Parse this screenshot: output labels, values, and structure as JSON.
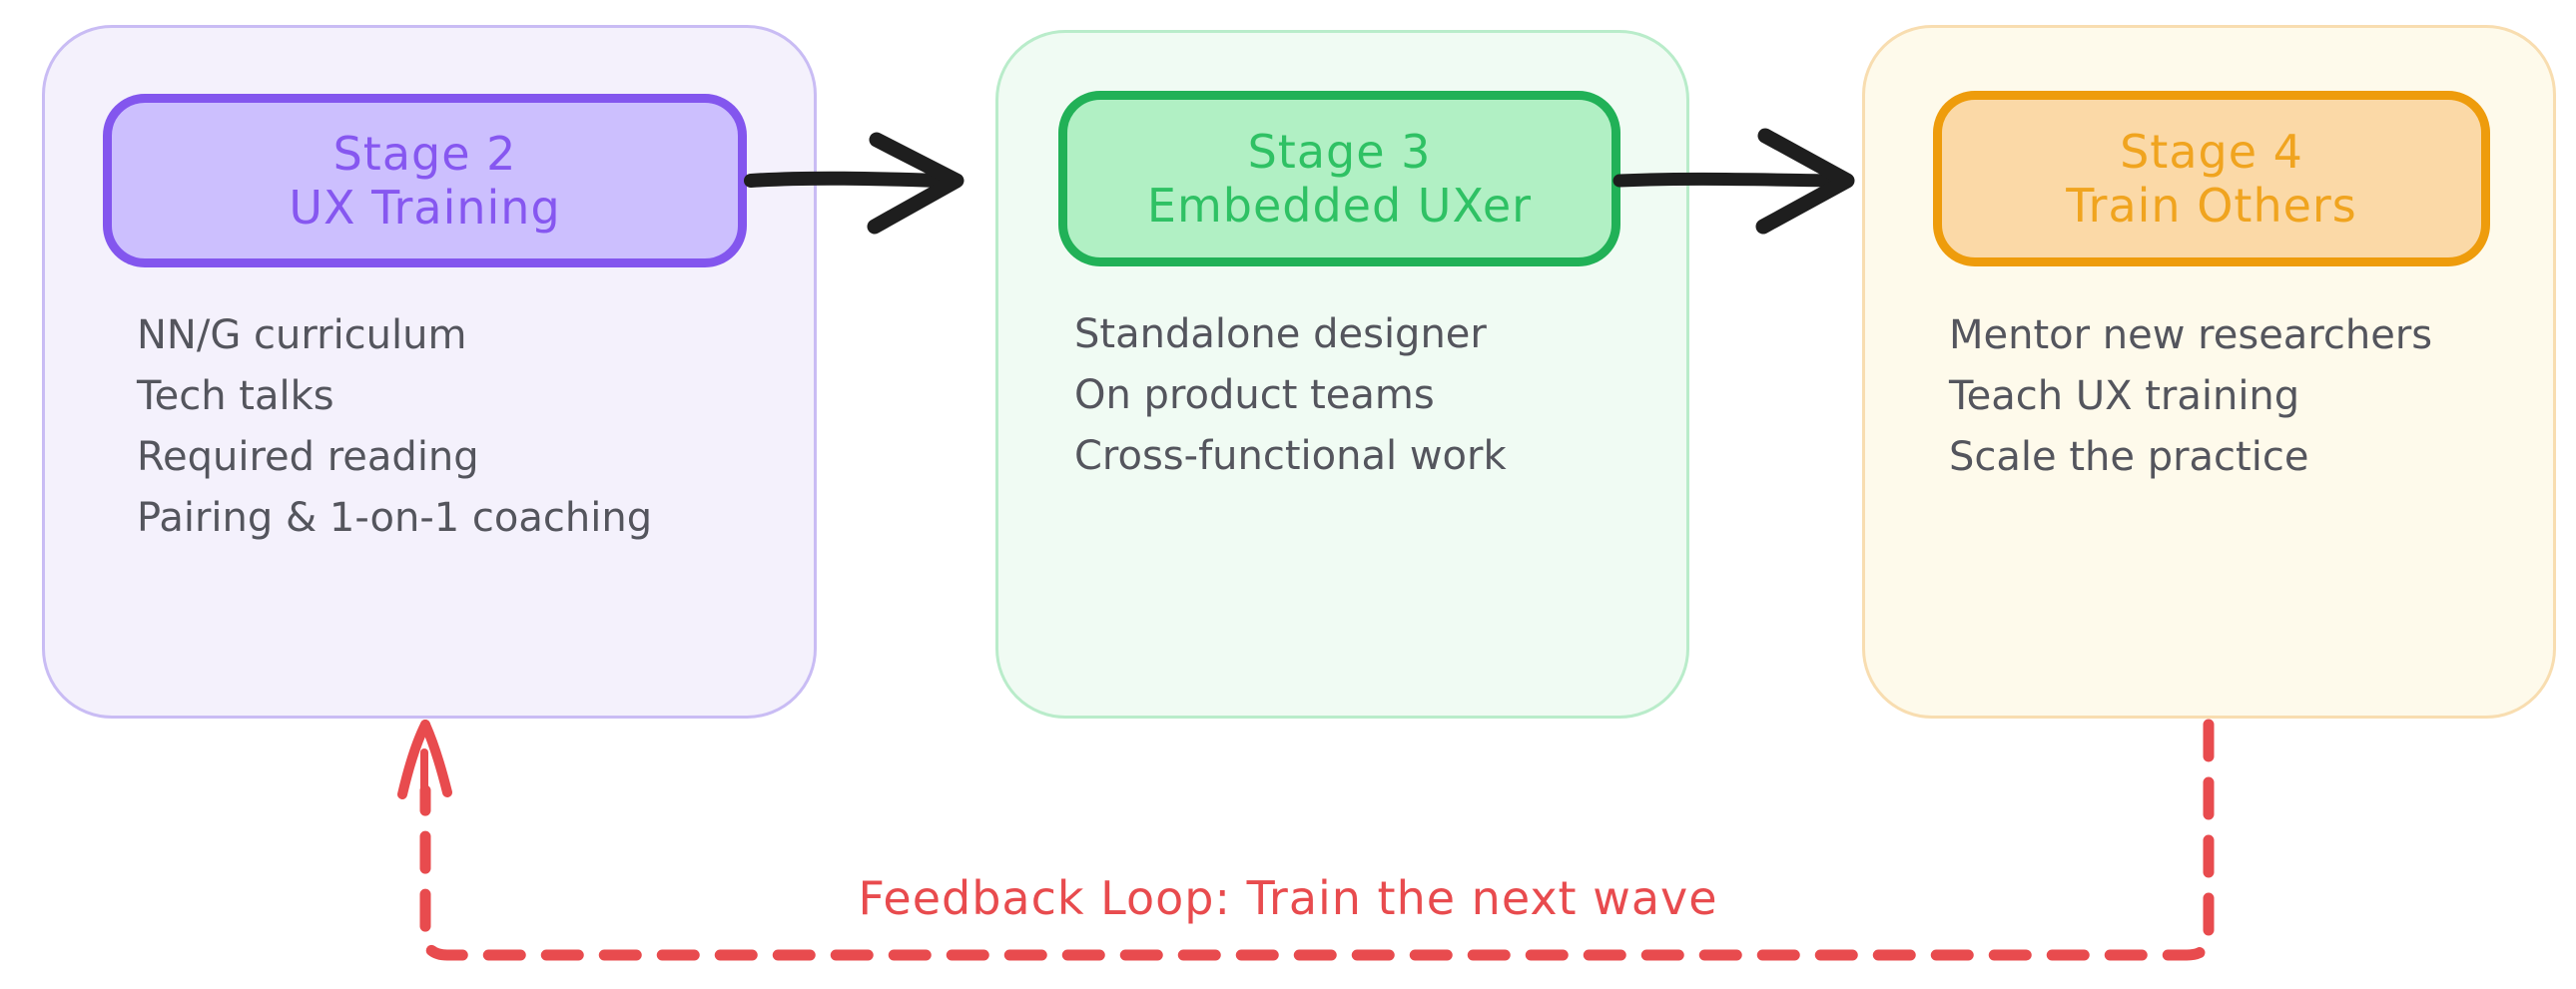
{
  "diagram": {
    "stages": [
      {
        "id": "stage-2",
        "title": [
          "Stage 2",
          "UX Training"
        ],
        "items": [
          "NN/G curriculum",
          "Tech talks",
          "Required reading",
          "Pairing & 1-on-1 coaching"
        ],
        "colors": {
          "header_fill": "#ccbffe",
          "header_border": "#8356ee",
          "title_text": "#8657f0",
          "card_fill": "#f4f1fc",
          "card_border": "#c9bcf4"
        }
      },
      {
        "id": "stage-3",
        "title": [
          "Stage 3",
          "Embedded UXer"
        ],
        "items": [
          "Standalone designer",
          "On product teams",
          "Cross-functional work"
        ],
        "colors": {
          "header_fill": "#b1f0c4",
          "header_border": "#21b157",
          "title_text": "#2fc164",
          "card_fill": "#f0fbf3",
          "card_border": "#b9ecca"
        }
      },
      {
        "id": "stage-4",
        "title": [
          "Stage 4",
          "Train Others"
        ],
        "items": [
          "Mentor new researchers",
          "Teach UX training",
          "Scale the practice"
        ],
        "colors": {
          "header_fill": "#fbd9a7",
          "header_border": "#ee9c0c",
          "title_text": "#f0a41f",
          "card_fill": "#fefaeb",
          "card_border": "#f8ddb0"
        }
      }
    ],
    "feedback": {
      "label": "Feedback Loop: Train the next wave",
      "color": "#e84b4e"
    },
    "body_text_color": "#54555d",
    "flow_arrow_color": "#1e1e1e"
  }
}
